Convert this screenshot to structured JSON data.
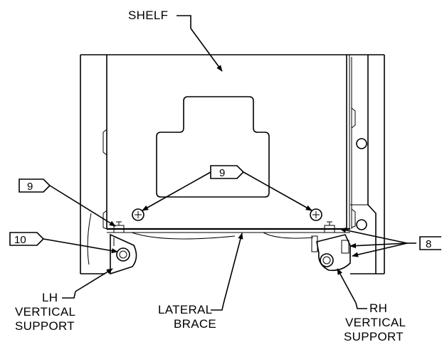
{
  "labels": {
    "shelf": "SHELF",
    "lh_support": [
      "LH",
      "VERTICAL",
      "SUPPORT"
    ],
    "lateral_brace": [
      "LATERAL",
      "BRACE"
    ],
    "rh_support": [
      "RH",
      "VERTICAL",
      "SUPPORT"
    ]
  },
  "tags": {
    "left_top": "9",
    "center": "9",
    "left_bottom": "10",
    "right": "8"
  }
}
